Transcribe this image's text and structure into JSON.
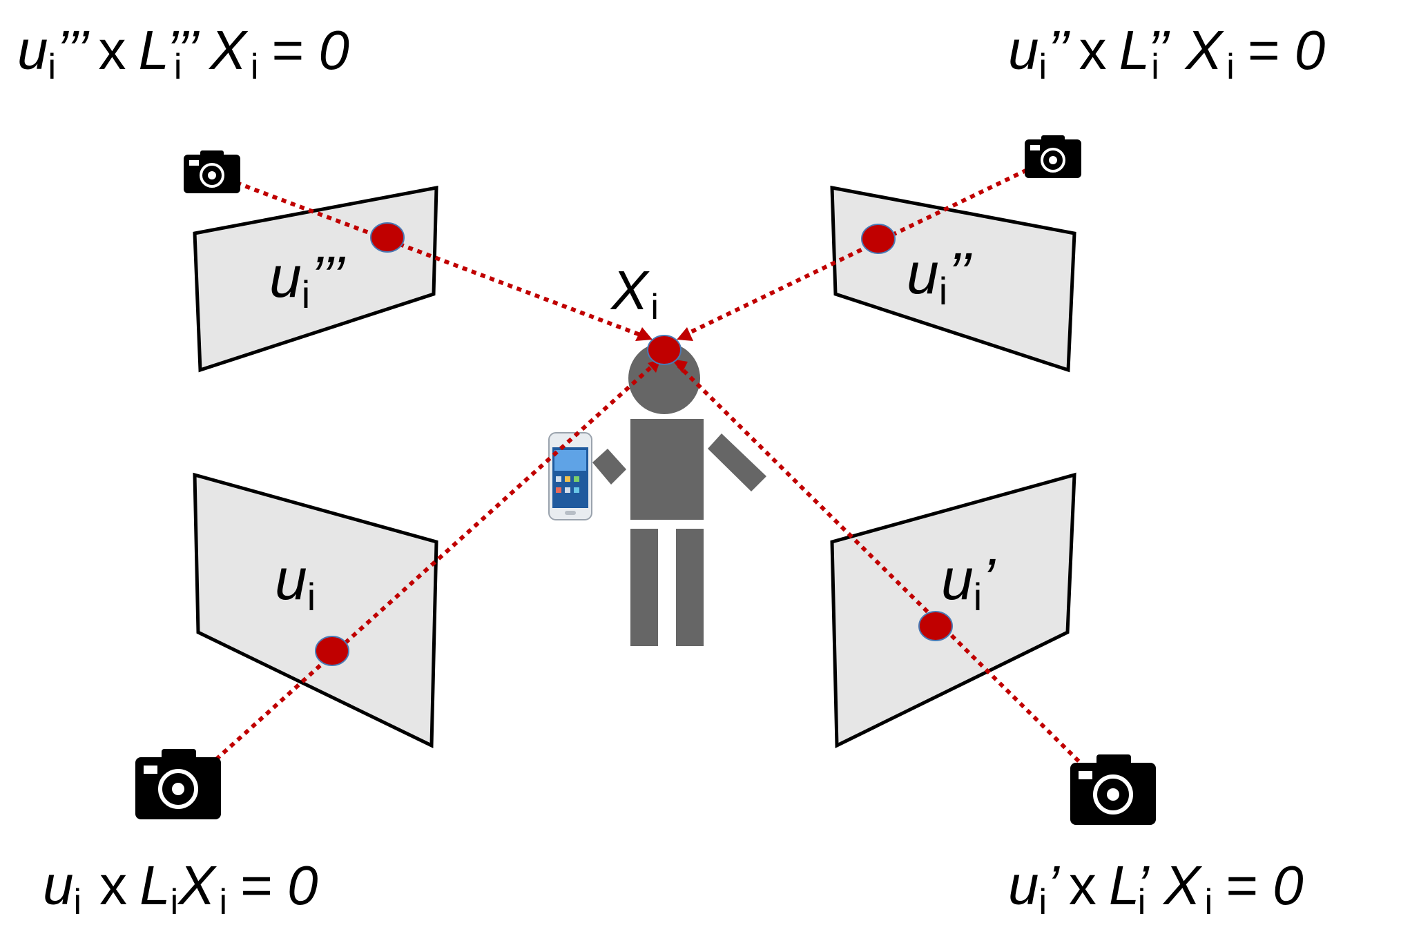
{
  "equations": {
    "top_left": {
      "u": "u",
      "u_sub": "i",
      "u_prime": "’’’",
      "times": "x",
      "L": "L",
      "L_prime": "’’’",
      "L_sub": "i",
      "X": "X",
      "X_sub": "i",
      "eq": "= 0"
    },
    "top_right": {
      "u": "u",
      "u_sub": "i",
      "u_prime": "’’",
      "times": "x",
      "L": "L",
      "L_prime": "’’",
      "L_sub": "i",
      "X": "X",
      "X_sub": "i",
      "eq": "= 0"
    },
    "bottom_left": {
      "u": "u",
      "u_sub": "i",
      "u_prime": "",
      "times": "x",
      "L": "L",
      "L_prime": "",
      "L_sub": "i",
      "X": "X",
      "X_sub": "i",
      "eq": "= 0"
    },
    "bottom_right": {
      "u": "u",
      "u_sub": "i",
      "u_prime": "’",
      "times": "x",
      "L": "L",
      "L_prime": "’",
      "L_sub": "i",
      "X": "X",
      "X_sub": "i",
      "eq": "= 0"
    }
  },
  "planes": {
    "top_left": {
      "u": "u",
      "sub": "i",
      "prime": "’’’"
    },
    "top_right": {
      "u": "u",
      "sub": "i",
      "prime": "’’"
    },
    "bottom_left": {
      "u": "u",
      "sub": "i",
      "prime": ""
    },
    "bottom_right": {
      "u": "u",
      "sub": "i",
      "prime": "’"
    }
  },
  "target": {
    "X": "X",
    "sub": "i"
  },
  "icons": {
    "camera": "camera-icon",
    "phone": "smartphone-icon",
    "person": "person-icon"
  },
  "colors": {
    "ray": "#c00000",
    "point": "#c00000",
    "plane": "#e6e6e6",
    "person": "#666666"
  }
}
